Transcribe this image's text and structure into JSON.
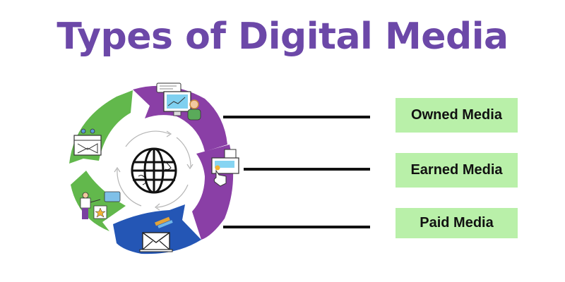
{
  "title": "Types of Digital Media",
  "colors": {
    "title": "#6c48a8",
    "purple_segment": "#8a3fa6",
    "green_segment": "#62b84c",
    "blue_segment": "#2456b5",
    "label_bg": "#b9f0a9",
    "connector": "#111111"
  },
  "center": {
    "icon": "globe-icon"
  },
  "segments": [
    {
      "color": "purple",
      "icon": "monitor-presenter-icon"
    },
    {
      "color": "purple",
      "icon": "touch-screen-icon"
    },
    {
      "color": "blue",
      "icon": "envelope-pencil-icon"
    },
    {
      "color": "green",
      "icon": "presenter-star-chat-icon"
    },
    {
      "color": "green",
      "icon": "mail-calendar-icon"
    }
  ],
  "labels": [
    {
      "text": "Owned Media"
    },
    {
      "text": "Earned Media"
    },
    {
      "text": "Paid Media"
    }
  ]
}
